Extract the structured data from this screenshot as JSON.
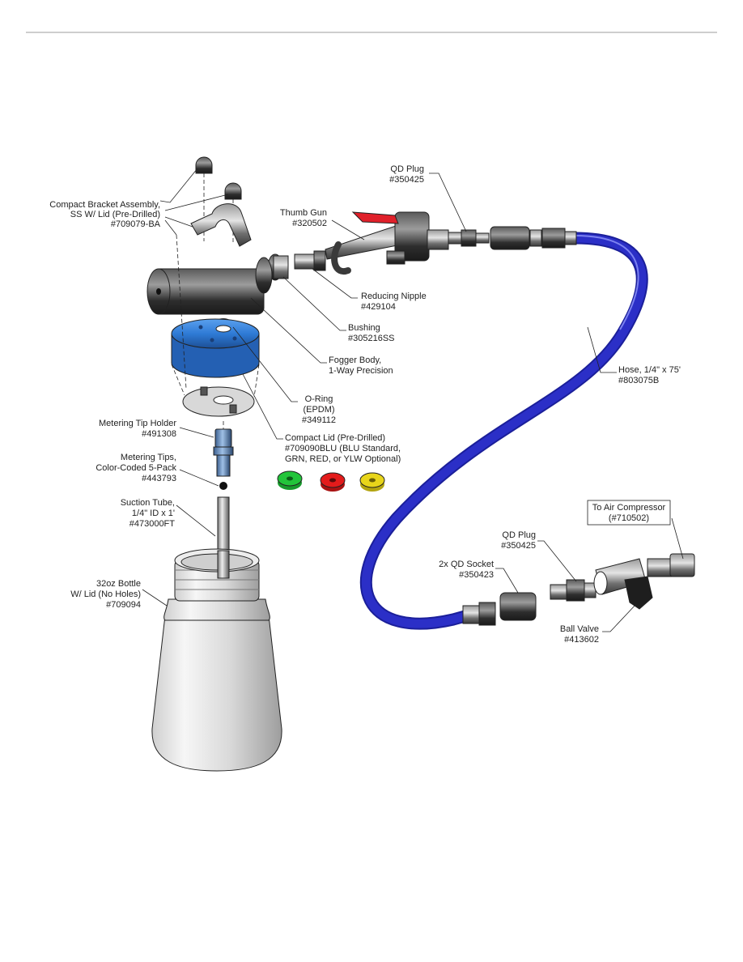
{
  "page": {
    "top_rule_color": "#9e9e9e"
  },
  "colors": {
    "hose": "#2b2fc7",
    "lid": "#2f7bd6",
    "metal_dark": "#3b3b3b",
    "metal_mid": "#7c7c7c",
    "tip_green": "#22c43a",
    "tip_red": "#e31b1b",
    "tip_yellow": "#e8d51a",
    "trigger": "#e0202a"
  },
  "labels": {
    "bracket": [
      "Compact Bracket Assembly,",
      "SS W/ Lid (Pre-Drilled)",
      "#709079-BA"
    ],
    "thumb_gun": [
      "Thumb Gun",
      "#320502"
    ],
    "qd_plug_top": [
      "QD Plug",
      "#350425"
    ],
    "reducing_nipple": [
      "Reducing Nipple",
      "#429104"
    ],
    "bushing": [
      "Bushing",
      "#305216SS"
    ],
    "fogger_body": [
      "Fogger Body,",
      "1-Way Precision"
    ],
    "hose": [
      "Hose, 1/4\" x 75'",
      "#803075B"
    ],
    "o_ring": [
      "O-Ring",
      "(EPDM)",
      "#349112"
    ],
    "compact_lid": [
      "Compact Lid (Pre-Drilled)",
      "#709090BLU (BLU Standard,",
      "GRN, RED, or YLW Optional)"
    ],
    "metering_tip_holder": [
      "Metering Tip Holder",
      "#491308"
    ],
    "metering_tips": [
      "Metering Tips,",
      "Color-Coded 5-Pack",
      "#443793"
    ],
    "suction_tube": [
      "Suction Tube,",
      "1/4\" ID x 1'",
      "#473000FT"
    ],
    "bottle": [
      "32oz Bottle",
      "W/ Lid (No Holes)",
      "#709094"
    ],
    "to_air_compressor": [
      "To Air Compressor",
      "(#710502)"
    ],
    "qd_plug_bottom": [
      "QD Plug",
      "#350425"
    ],
    "qd_socket": [
      "2x QD Socket",
      "#350423"
    ],
    "ball_valve": [
      "Ball Valve",
      "#413602"
    ]
  }
}
